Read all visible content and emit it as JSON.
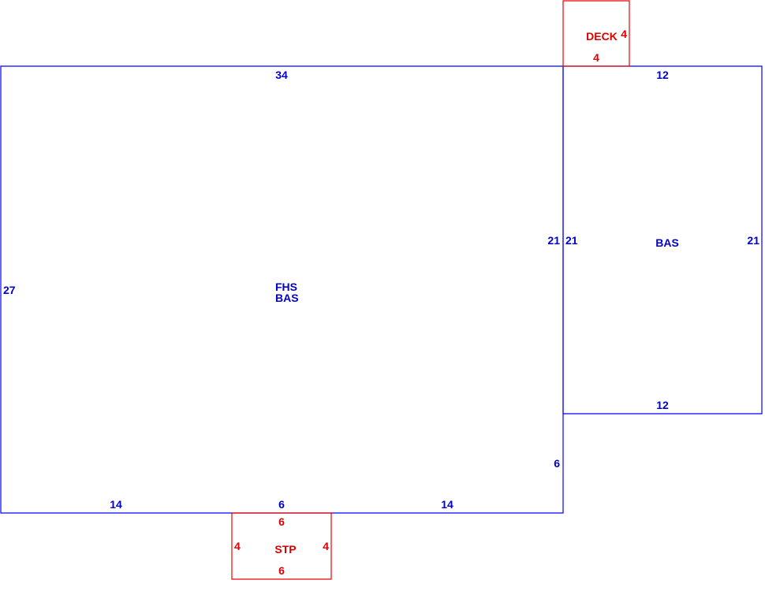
{
  "colors": {
    "main_structure": "#0000ff",
    "main_label": "#0000cc",
    "exterior_feature": "#ee0000",
    "exterior_label": "#dd0000"
  },
  "areas": {
    "main": {
      "codes": [
        "FHS",
        "BAS"
      ],
      "dimensions": {
        "top": "34",
        "left": "27",
        "right_upper": "21",
        "right_lower": "6",
        "bottom_left": "14",
        "bottom_middle": "6",
        "bottom_right": "14"
      }
    },
    "addition": {
      "code": "BAS",
      "dimensions": {
        "top": "12",
        "bottom": "12",
        "left": "21",
        "right": "21"
      }
    },
    "deck": {
      "code": "DECK",
      "dimensions": {
        "right": "4",
        "bottom": "4"
      }
    },
    "stoop": {
      "code": "STP",
      "dimensions": {
        "top": "6",
        "bottom": "6",
        "left": "4",
        "right": "4"
      }
    }
  }
}
